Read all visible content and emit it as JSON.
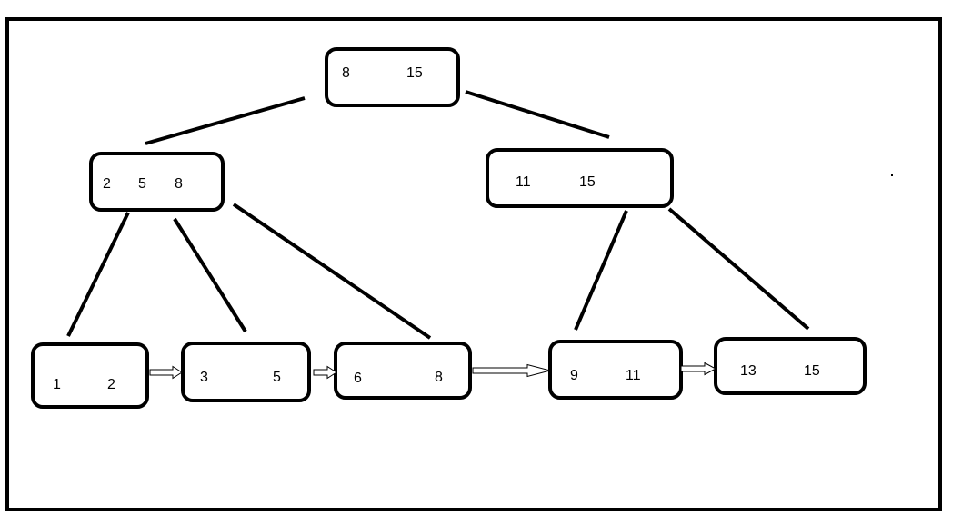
{
  "diagram": {
    "root": {
      "keys": [
        "8",
        "15"
      ]
    },
    "internal": [
      {
        "keys": [
          "2",
          "5",
          "8"
        ]
      },
      {
        "keys": [
          "11",
          "15"
        ]
      }
    ],
    "leaves": [
      {
        "keys": [
          "1",
          "2"
        ]
      },
      {
        "keys": [
          "3",
          "5"
        ]
      },
      {
        "keys": [
          "6",
          "8"
        ]
      },
      {
        "keys": [
          "9",
          "11"
        ]
      },
      {
        "keys": [
          "13",
          "15"
        ]
      }
    ]
  },
  "colors": {
    "stroke": "#000000",
    "background": "#ffffff"
  }
}
